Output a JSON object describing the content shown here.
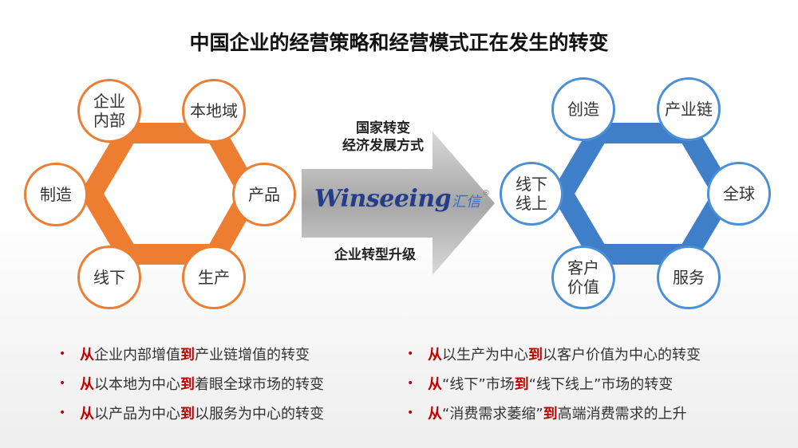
{
  "title": "中国企业的经营策略和经营模式正在发生的转变",
  "colors": {
    "orange": "#ED7D31",
    "blue": "#4A90D9",
    "keyword_red": "#C00000"
  },
  "left_hexagon": {
    "nodes": [
      {
        "lines": [
          "企业",
          "内部"
        ]
      },
      {
        "lines": [
          "本地域"
        ]
      },
      {
        "lines": [
          "制造"
        ]
      },
      {
        "lines": [
          "产品"
        ]
      },
      {
        "lines": [
          "线下"
        ]
      },
      {
        "lines": [
          "生产"
        ]
      }
    ]
  },
  "right_hexagon": {
    "nodes": [
      {
        "lines": [
          "创造"
        ]
      },
      {
        "lines": [
          "产业链"
        ]
      },
      {
        "lines": [
          "线下",
          "线上"
        ]
      },
      {
        "lines": [
          "全球"
        ]
      },
      {
        "lines": [
          "客户",
          "价值"
        ]
      },
      {
        "lines": [
          "服务"
        ]
      }
    ]
  },
  "arrow": {
    "top_line1": "国家转变",
    "top_line2": "经济发展方式",
    "logo_text": "Winseeing",
    "logo_cn": "汇信",
    "logo_mark": "®",
    "bottom": "企业转型升级"
  },
  "bullets_left": [
    {
      "kw1": "从",
      "mid": "企业内部增值",
      "kw2": "到",
      "tail": "产业链增值的转变"
    },
    {
      "kw1": "从",
      "mid": "以本地为中心",
      "kw2": "到",
      "tail": "着眼全球市场的转变"
    },
    {
      "kw1": "从",
      "mid": "以产品为中心",
      "kw2": "到",
      "tail": "以服务为中心的转变"
    }
  ],
  "bullets_right": [
    {
      "kw1": "从",
      "mid": "以生产为中心",
      "kw2": "到",
      "tail": "以客户价值为中心的转变"
    },
    {
      "kw1": "从",
      "mid": "“线下”市场",
      "kw2": "到",
      "tail": "“线下线上”市场的转变"
    },
    {
      "kw1": "从",
      "mid": "“消费需求萎缩”",
      "kw2": "到",
      "tail": "高端消费需求的上升"
    }
  ],
  "bullet_symbol": "•"
}
